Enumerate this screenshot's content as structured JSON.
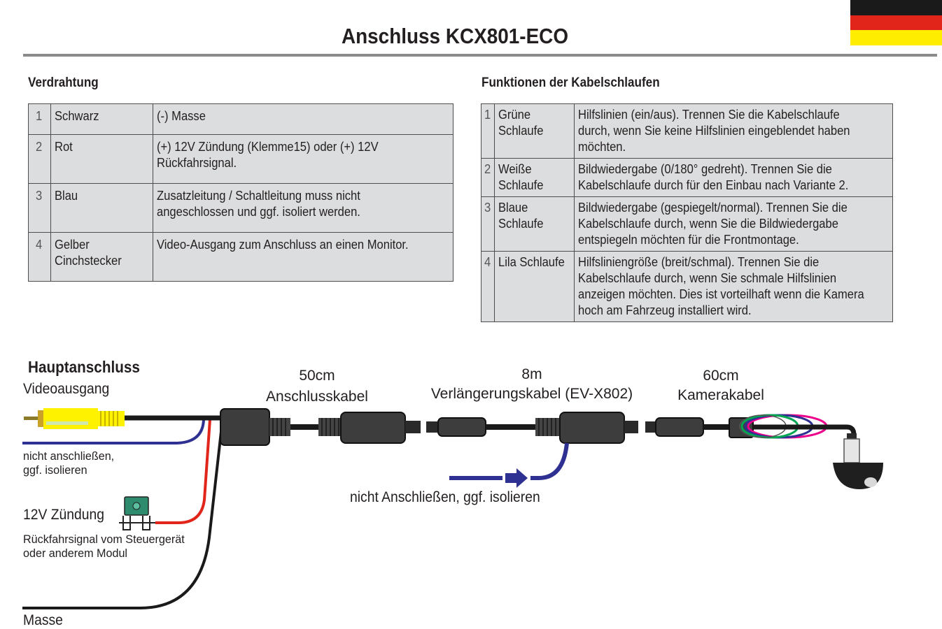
{
  "title": "Anschluss KCX801-ECO",
  "flag": {
    "colors": [
      "#1a1a1a",
      "#e1251b",
      "#ffed00"
    ]
  },
  "wiring": {
    "heading": "Verdrahtung",
    "rows": [
      {
        "num": "1",
        "color": [
          "Schwarz"
        ],
        "desc": [
          "(-) Masse"
        ]
      },
      {
        "num": "2",
        "color": [
          "Rot"
        ],
        "desc": [
          "(+) 12V Zündung (Klemme15) oder (+) 12V",
          "Rückfahrsignal."
        ]
      },
      {
        "num": "3",
        "color": [
          "Blau"
        ],
        "desc": [
          "Zusatzleitung / Schaltleitung muss nicht",
          "angeschlossen und ggf. isoliert werden."
        ]
      },
      {
        "num": "4",
        "color": [
          "Gelber",
          "Cinchstecker"
        ],
        "desc": [
          "Video-Ausgang zum Anschluss an einen Monitor."
        ]
      }
    ]
  },
  "loops": {
    "heading": "Funktionen der Kabelschlaufen",
    "rows": [
      {
        "num": "1",
        "name": [
          "Grüne",
          "Schlaufe"
        ],
        "desc": [
          "Hilfslinien (ein/aus). Trennen Sie die Kabelschlaufe",
          "durch, wenn Sie keine Hilfslinien eingeblendet haben",
          "möchten."
        ]
      },
      {
        "num": "2",
        "name": [
          "Weiße",
          "Schlaufe"
        ],
        "desc": [
          "Bildwiedergabe (0/180° gedreht). Trennen Sie die",
          "Kabelschlaufe durch für den Einbau nach Variante 2."
        ]
      },
      {
        "num": "3",
        "name": [
          "Blaue",
          "Schlaufe"
        ],
        "desc": [
          "Bildwiedergabe (gespiegelt/normal). Trennen Sie die",
          "Kabelschlaufe durch, wenn Sie die Bildwiedergabe",
          "entspiegeln möchten für die Frontmontage."
        ]
      },
      {
        "num": "4",
        "name": [
          "Lila Schlaufe"
        ],
        "desc": [
          "Hilfsliniengröße (breit/schmal). Trennen Sie die",
          "Kabelschlaufe durch, wenn Sie schmale Hilfslinien",
          "anzeigen möchten. Dies ist vorteilhaft wenn die Kamera",
          "hoch am Fahrzeug installiert wird."
        ]
      }
    ]
  },
  "diagram": {
    "heading": "Hauptanschluss",
    "video_label": "Videoausgang",
    "blue_label": [
      "nicht anschließen,",
      "ggf. isolieren"
    ],
    "ignition_label": "12V Zündung",
    "reverse_label": [
      "Rückfahrsignal vom Steuergerät",
      "oder anderem Modul"
    ],
    "ground_label": "Masse",
    "cable1": {
      "length": "50cm",
      "name": "Anschlusskabel"
    },
    "cable2": {
      "length": "8m",
      "name": "Verlängerungskabel (EV-X802)"
    },
    "cable3": {
      "length": "60cm",
      "name": "Kamerakabel"
    },
    "ext_blue_label": "nicht Anschließen, ggf. isolieren",
    "wire_colors": {
      "black": "#1a1a1a",
      "red": "#e1251b",
      "blue": "#2e3192",
      "yellow": "#fff200",
      "green": "#00a651",
      "purple": "#ec008c",
      "loopblue": "#2e3192"
    }
  }
}
